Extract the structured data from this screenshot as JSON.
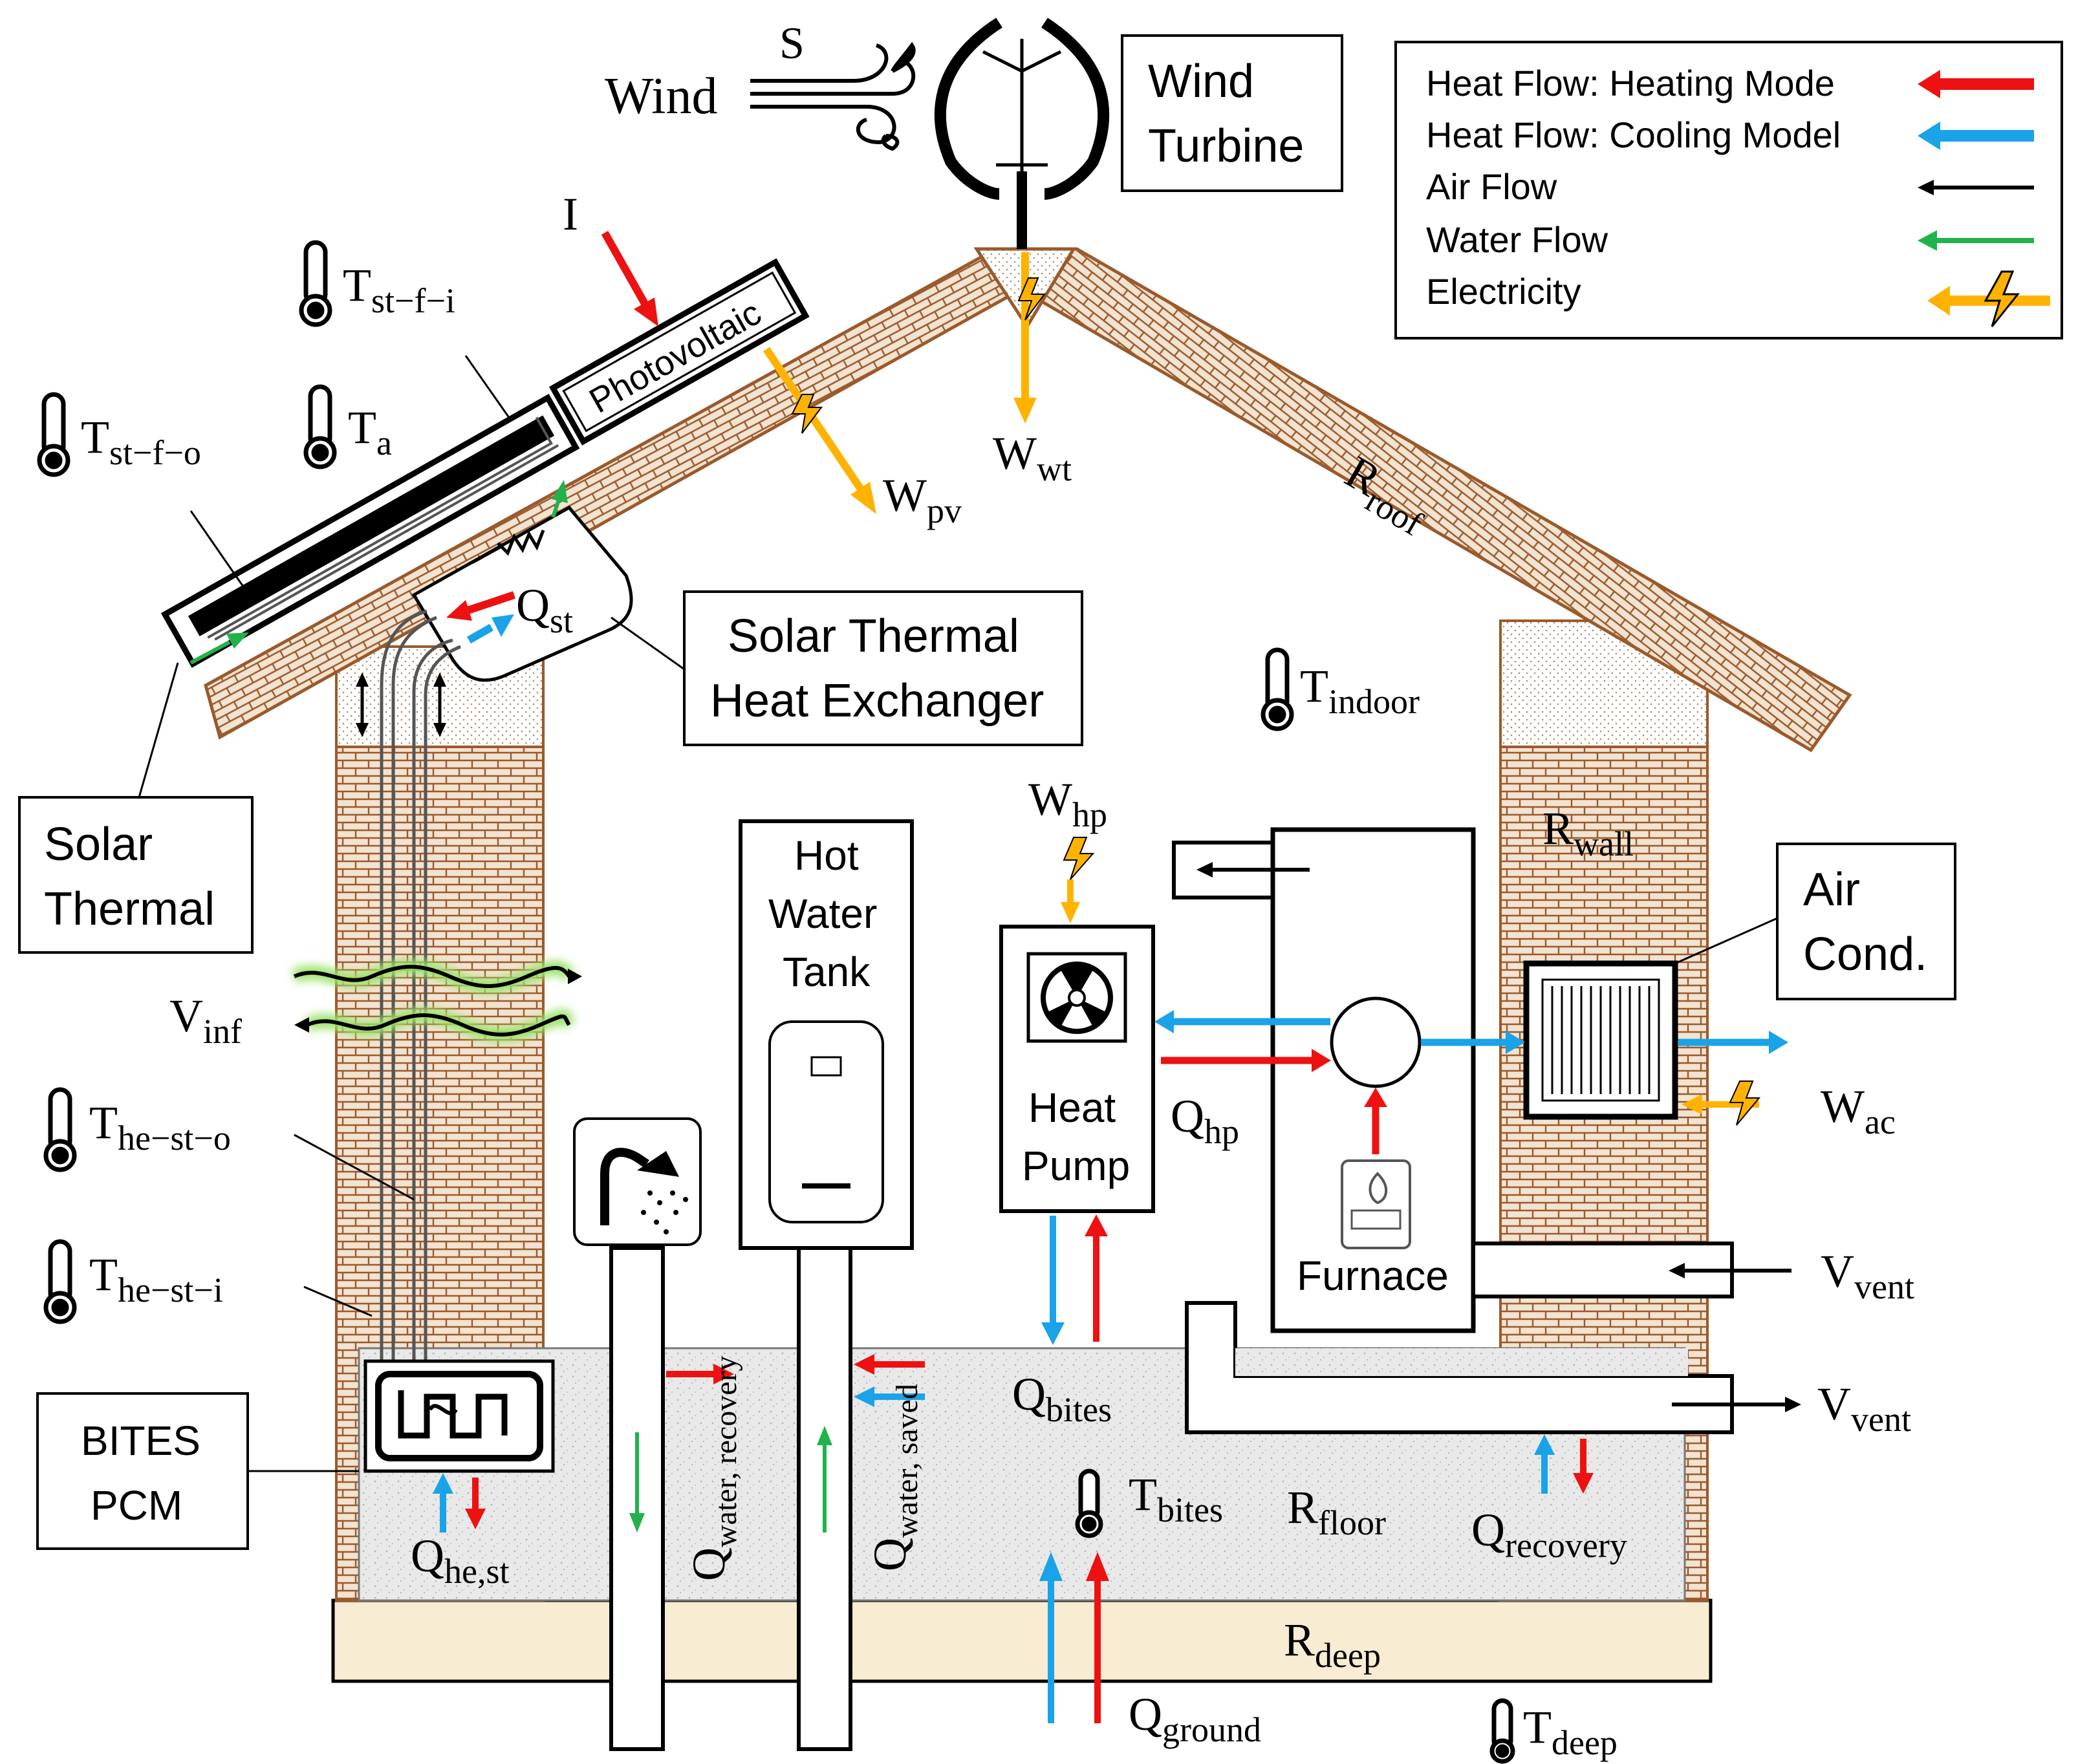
{
  "legend": {
    "heating": "Heat Flow: Heating Mode",
    "cooling": "Heat Flow: Cooling Model",
    "air": "Air Flow",
    "water": "Water Flow",
    "electricity": "Electricity"
  },
  "labels": {
    "wind": "Wind",
    "wind_s": "S",
    "wind_turbine_1": "Wind",
    "wind_turbine_2": "Turbine",
    "irradiance": "I",
    "photovoltaic": "Photovoltaic",
    "solar_thermal_1": "Solar",
    "solar_thermal_2": "Thermal",
    "sthe_1": "Solar Thermal",
    "sthe_2": "Heat Exchanger",
    "hot_water_1": "Hot",
    "hot_water_2": "Water",
    "hot_water_3": "Tank",
    "heat_pump_1": "Heat",
    "heat_pump_2": "Pump",
    "furnace": "Furnace",
    "air_cond_1": "Air",
    "air_cond_2": "Cond.",
    "bites_1": "BITES",
    "bites_2": "PCM"
  },
  "symbols": {
    "T_st_f_i": {
      "base": "T",
      "sub": "st−f−i"
    },
    "T_st_f_o": {
      "base": "T",
      "sub": "st−f−o"
    },
    "T_a": {
      "base": "T",
      "sub": "a"
    },
    "W_pv": {
      "base": "W",
      "sub": "pv"
    },
    "W_wt": {
      "base": "W",
      "sub": "wt"
    },
    "R_roof": {
      "base": "R",
      "sub": "roof"
    },
    "Q_st": {
      "base": "Q",
      "sub": "st"
    },
    "T_indoor": {
      "base": "T",
      "sub": "indoor"
    },
    "W_hp": {
      "base": "W",
      "sub": "hp"
    },
    "R_wall": {
      "base": "R",
      "sub": "wall"
    },
    "V_inf": {
      "base": "V",
      "sub": "inf"
    },
    "T_he_st_o": {
      "base": "T",
      "sub": "he−st−o"
    },
    "T_he_st_i": {
      "base": "T",
      "sub": "he−st−i"
    },
    "Q_hp": {
      "base": "Q",
      "sub": "hp"
    },
    "W_ac": {
      "base": "W",
      "sub": "ac"
    },
    "V_vent_in": {
      "base": "V",
      "sub": "vent"
    },
    "V_vent_out": {
      "base": "V",
      "sub": "vent"
    },
    "Q_bites": {
      "base": "Q",
      "sub": "bites"
    },
    "T_bites": {
      "base": "T",
      "sub": "bites"
    },
    "R_floor": {
      "base": "R",
      "sub": "floor"
    },
    "Q_recovery": {
      "base": "Q",
      "sub": "recovery"
    },
    "Q_he_st": {
      "base": "Q",
      "sub": "he,st"
    },
    "Q_water_recovery": {
      "base": "Q",
      "sub": "water, recovery"
    },
    "Q_water_saved": {
      "base": "Q",
      "sub": "water, saved"
    },
    "R_deep": {
      "base": "R",
      "sub": "deep"
    },
    "Q_ground": {
      "base": "Q",
      "sub": "ground"
    },
    "T_deep": {
      "base": "T",
      "sub": "deep"
    }
  },
  "colors": {
    "heating": "#ee1111",
    "cooling": "#1aa3e8",
    "air": "#000000",
    "air_glow": "#9be36b",
    "water": "#22b24c",
    "electricity": "#ffb300",
    "brick_fill": "#f3e3d1",
    "brick_line": "#9a5a2c",
    "insulation": "#f2f2f2",
    "bites_fill": "#e6e6e6",
    "deep_fill": "#f8ecd2"
  }
}
